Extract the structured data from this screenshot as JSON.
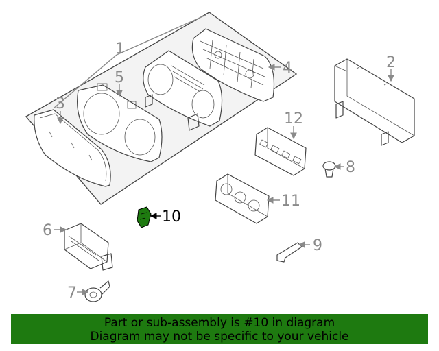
{
  "callouts": [
    "1",
    "2",
    "3",
    "4",
    "5",
    "6",
    "7",
    "8",
    "9",
    "10",
    "11",
    "12"
  ],
  "highlight_color": "#1e7a10",
  "banner": {
    "line1": "Part or sub-assembly is #10 in diagram",
    "line2": "Diagram may not be specific to your vehicle"
  }
}
